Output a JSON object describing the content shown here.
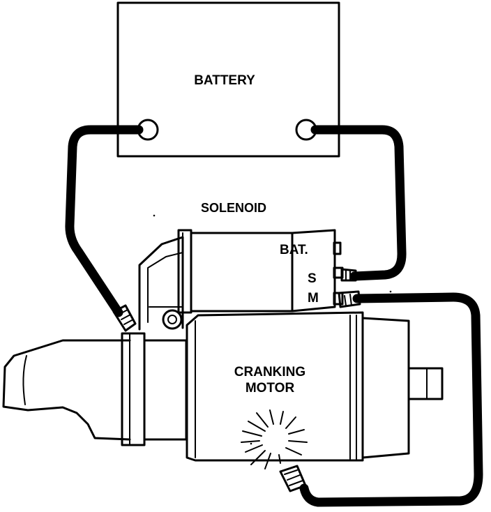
{
  "labels": {
    "battery": "BATTERY",
    "solenoid": "SOLENOID",
    "terminal_bat": "BAT.",
    "terminal_s": "S",
    "terminal_m": "M",
    "motor_line1": "CRANKING",
    "motor_line2": "MOTOR"
  }
}
